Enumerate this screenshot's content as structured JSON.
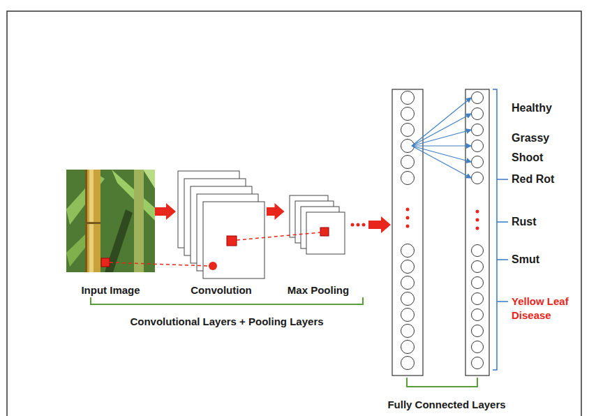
{
  "diagram": {
    "nodes": [
      {
        "text": [
          "Input Image"
        ]
      },
      {
        "text": [
          "Convolution"
        ]
      },
      {
        "text": [
          "Max Pooling"
        ]
      }
    ],
    "edges": [
      {
        "from": 0,
        "to": 1,
        "arrow": "to"
      },
      {
        "from": 1,
        "to": 2,
        "arrow": "to"
      }
    ],
    "labels": [
      "Convolutional Layers + Pooling Layers",
      "Healthy",
      "Grassy Shoot",
      "Red Rot",
      "Rust",
      "Smut",
      "Yellow Leaf Disease",
      "Fully Connected Layers"
    ]
  }
}
